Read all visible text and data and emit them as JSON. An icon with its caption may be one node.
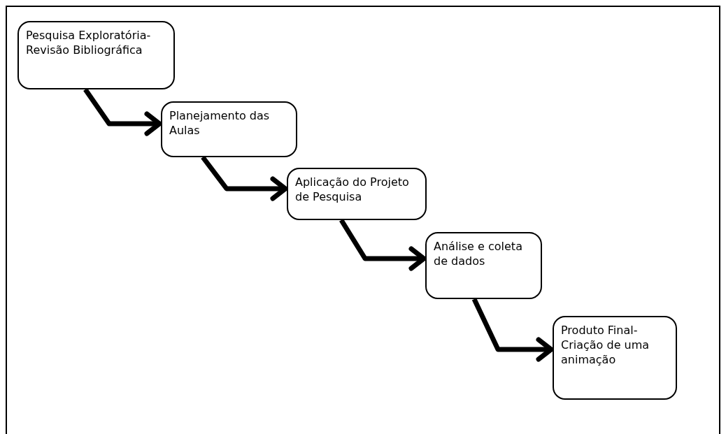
{
  "diagram": {
    "nodes": [
      {
        "text": [
          "Pesquisa Exploratória- Revisão Bibliográfica"
        ]
      },
      {
        "text": [
          "Planejamento das Aulas"
        ]
      },
      {
        "text": [
          "Aplicação do Projeto de Pesquisa"
        ]
      },
      {
        "text": [
          "Análise e coleta de dados"
        ]
      },
      {
        "text": [
          "Produto Final- Criação de uma animação"
        ]
      }
    ],
    "edges": [
      {
        "from": 0,
        "to": 1,
        "arrow": "to"
      },
      {
        "from": 1,
        "to": 2,
        "arrow": "to"
      },
      {
        "from": 2,
        "to": 3,
        "arrow": "to"
      },
      {
        "from": 3,
        "to": 4,
        "arrow": "to"
      }
    ]
  }
}
